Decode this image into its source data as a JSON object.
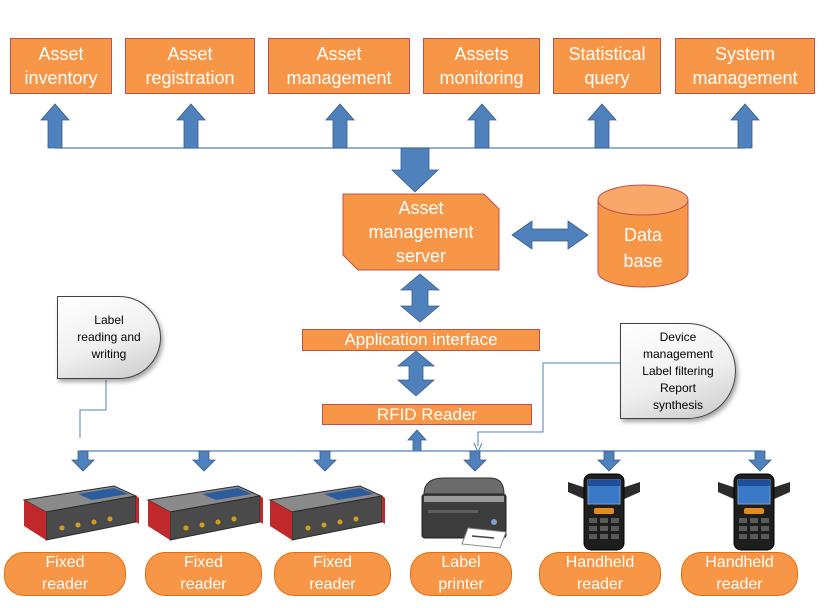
{
  "colors": {
    "box_fill": "#f79646",
    "box_border": "#c0504d",
    "arrow_fill": "#4f81bd",
    "line": "#4f81bd",
    "callout_fill": "#e6e6e6"
  },
  "modules": [
    {
      "label": "Asset\ninventory"
    },
    {
      "label": "Asset\nregistration"
    },
    {
      "label": "Asset\nmanagement"
    },
    {
      "label": "Assets\nmonitoring"
    },
    {
      "label": "Statistical\nquery"
    },
    {
      "label": "System\nmanagement"
    }
  ],
  "server": {
    "label": "Asset\nmanagement\nserver"
  },
  "database": {
    "label": "Data\nbase"
  },
  "application_interface": {
    "label": "Application interface"
  },
  "rfid_reader": {
    "label": "RFID Reader"
  },
  "callouts": {
    "label_rw": "Label\nreading and\nwriting",
    "device_mgmt": "Device\nmanagement\nLabel filtering\nReport\nsynthesis"
  },
  "devices": [
    {
      "label": "Fixed\nreader",
      "icon": "fixed-reader-icon"
    },
    {
      "label": "Fixed\nreader",
      "icon": "fixed-reader-icon"
    },
    {
      "label": "Fixed\nreader",
      "icon": "fixed-reader-icon"
    },
    {
      "label": "Label\nprinter",
      "icon": "label-printer-icon"
    },
    {
      "label": "Handheld\nreader",
      "icon": "handheld-reader-icon"
    },
    {
      "label": "Handheld\nreader",
      "icon": "handheld-reader-icon"
    }
  ]
}
